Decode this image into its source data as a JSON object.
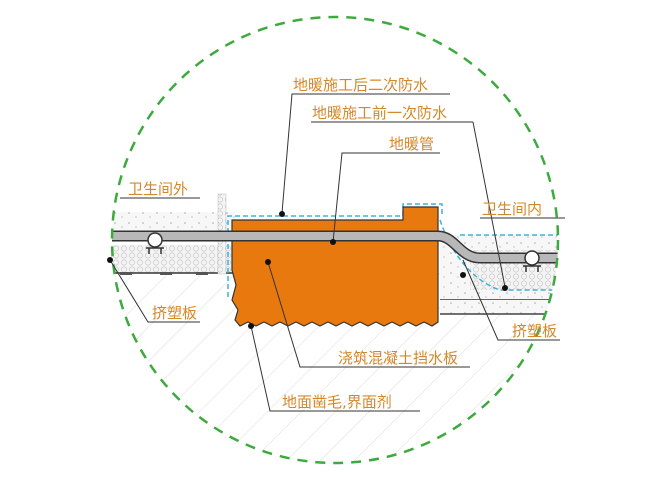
{
  "labels": {
    "second_waterproof": "地暖施工后二次防水",
    "first_waterproof": "地暖施工前一次防水",
    "heating_pipe": "地暖管",
    "outside_bathroom": "卫生间外",
    "inside_bathroom": "卫生间内",
    "xps_left": "挤塑板",
    "xps_right": "挤塑板",
    "concrete_barrier": "浇筑混凝土挡水板",
    "ground_roughening": "地面凿毛,界面剂"
  },
  "colors": {
    "circle": "#3daa3d",
    "concrete_block": "#e8790f",
    "waterproof": "#3fb3d6",
    "label_text": "#d4882a",
    "pipe": "#b8b8b8"
  }
}
